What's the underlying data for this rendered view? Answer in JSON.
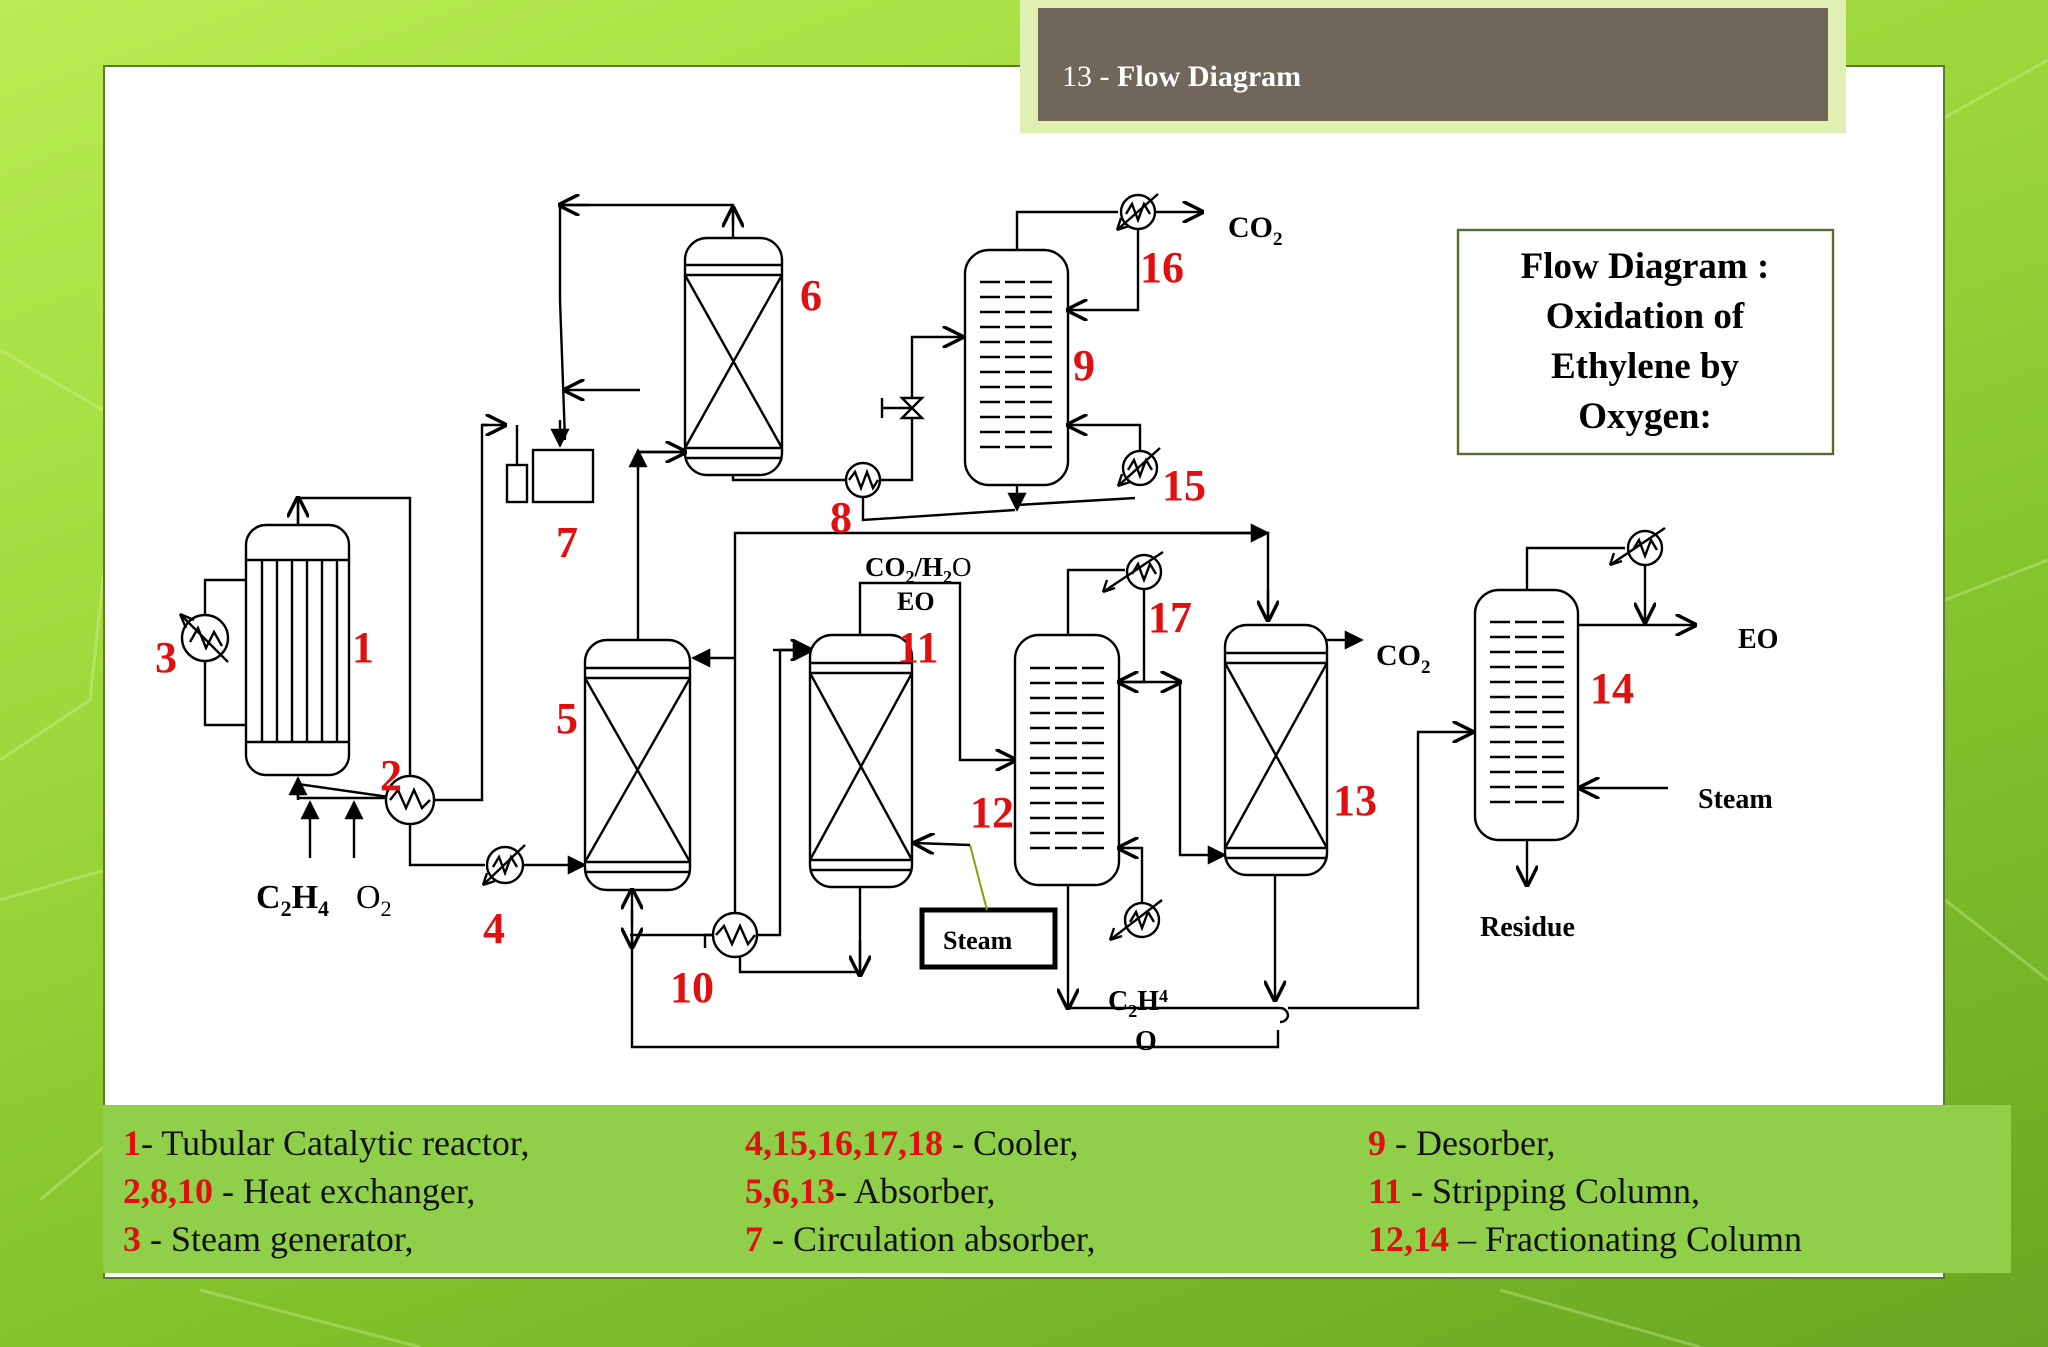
{
  "slide": {
    "number_label": "13 - ",
    "title": "Flow Diagram"
  },
  "diagram": {
    "title_box_lines": [
      "Flow Diagram :",
      "Oxidation of",
      "Ethylene by",
      "Oxygen:"
    ],
    "unit_numbers": [
      "1",
      "2",
      "3",
      "4",
      "5",
      "6",
      "7",
      "8",
      "9",
      "10",
      "11",
      "12",
      "13",
      "14",
      "15",
      "16",
      "17"
    ],
    "stream_labels": {
      "co2_top": "CO",
      "co2_top_sub": "2",
      "co2_h2o": "CO",
      "co2_h2o_sub": "2",
      "co2_h2o_rest": "/H",
      "co2_h2o_sub2": "2",
      "co2_h2o_o": "O",
      "eo_mid": "EO",
      "co2_right": "CO",
      "co2_right_sub": "2",
      "eo_right": "EO",
      "steam_right": "Steam",
      "residue": "Residue",
      "steam_box": "Steam",
      "c2h4_feed_c": "C",
      "c2h4_feed_sub1": "2",
      "c2h4_feed_h": "H",
      "c2h4_feed_sub2": "4",
      "o2_feed": "O",
      "o2_feed_sub": "2",
      "c2h4o_c": "C",
      "c2h4o_sub1": "2",
      "c2h4o_h": "H",
      "c2h4o_sub2": "4",
      "c2h4o_o": "O"
    }
  },
  "legend": {
    "col1": [
      {
        "num": "1",
        "text": "- Tubular Catalytic reactor,"
      },
      {
        "num": "2,8,10",
        "sep": " - ",
        "text": "Heat exchanger,"
      },
      {
        "num": "3",
        "sep": " - ",
        "text": "Steam generator,"
      }
    ],
    "col2": [
      {
        "num": "4,15,16,17,18",
        "sep": " - ",
        "text": "Cooler,"
      },
      {
        "num": "5,6,13",
        "sep": "- ",
        "text": "Absorber,"
      },
      {
        "num": "7",
        "sep": " - ",
        "text": "Circulation absorber,"
      }
    ],
    "col3": [
      {
        "num": "9",
        "sep": " - ",
        "text": "Desorber,"
      },
      {
        "num": "11",
        "sep": " - ",
        "text": "Stripping Column,"
      },
      {
        "num": "12,14",
        "sep": " – ",
        "text": "Fractionating Column"
      }
    ]
  },
  "colors": {
    "accent_red": "#e01010",
    "title_bar": "#70665a",
    "legend_bg": "#8fcf4a"
  }
}
